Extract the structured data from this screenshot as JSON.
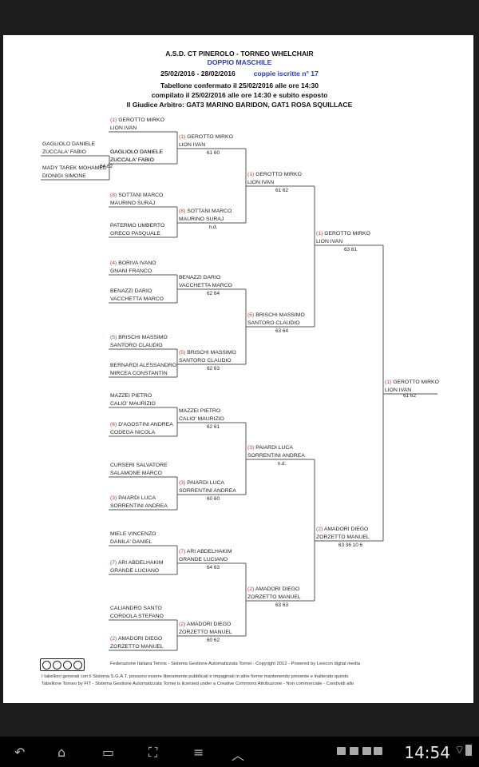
{
  "header": {
    "line1": "A.S.D. CT PINEROLO - TORNEO WHELCHAIR",
    "line2": "DOPPIO MASCHILE",
    "dates": "25/02/2016 - 28/02/2016",
    "couples": "coppie iscritte n° 17",
    "line4": "Tabellone confermato il 25/02/2016 alle ore 14:30",
    "line5": "compilato il 25/02/2016 alle ore 14:30 e subito esposto",
    "line6": "Il Giudice Arbitro: GAT3 MARINO BARIDON, GAT1 ROSA SQUILLACE"
  },
  "r1": [
    {
      "seed": "(1)",
      "p1": "GEROTTO MIRKO",
      "p2": "LION IVAN"
    },
    {
      "seed": "",
      "p1": "GAGLIOLO DANIELE",
      "p2": "ZUCCALA' FABIO"
    },
    {
      "seed": "(8)",
      "p1": "SOTTANI MARCO",
      "p2": "MAURINO SURAJ"
    },
    {
      "seed": "(4)",
      "p1": "BORIVA IVANO",
      "p2": "GNANI FRANCO"
    },
    {
      "seed": "(5)",
      "p1": "BRISCHI MASSIMO",
      "p2": "SANTORO CLAUDIO"
    },
    {
      "seed": "",
      "p1": "MAZZEI PIETRO",
      "p2": "CALIO' MAURIZIO"
    },
    {
      "seed": "",
      "p1": "CURSERI SALVATORE",
      "p2": "SALAMONE MARCO"
    },
    {
      "seed": "",
      "p1": "MIELE VINCENZO",
      "p2": "DANILA' DANIEL"
    },
    {
      "seed": "",
      "p1": "CALIANDRO SANTO",
      "p2": "CORDOLA STEFANO"
    },
    {
      "seed": "",
      "p1": "PATERMO UMBERTO",
      "p2": "GRECO PASQUALE"
    },
    {
      "seed": "",
      "p1": "BENAZZI DARIO",
      "p2": "VACCHETTA MARCO"
    },
    {
      "seed": "",
      "p1": "BERNARDI ALESSANDRO",
      "p2": "MIRCEA CONSTANTIN"
    },
    {
      "seed": "(6)",
      "p1": "D'AGOSTINI ANDREA",
      "p2": "CODEGA NICOLA"
    },
    {
      "seed": "(3)",
      "p1": "PAIARDI LUCA",
      "p2": "SORRENTINI ANDREA"
    },
    {
      "seed": "(7)",
      "p1": "ARI ABDELHAKIM",
      "p2": "GRANDE LUCIANO"
    },
    {
      "seed": "(2)",
      "p1": "AMADORI DIEGO",
      "p2": "ZORZETTO MANUEL"
    }
  ],
  "prelim": [
    {
      "seed": "",
      "p1": "GAGLIOLO DANIELE",
      "p2": "ZUCCALA' FABIO"
    },
    {
      "seed": "",
      "p1": "MADY TAREK MOHAMED",
      "p2": "DIONIGI SIMONE"
    }
  ],
  "r2": [
    {
      "seed": "(1)",
      "p1": "GEROTTO MIRKO",
      "p2": "LION IVAN",
      "score": "61 60"
    },
    {
      "seed": "",
      "p1": "GAGLIOLO DANIELE",
      "p2": "ZUCCALA' FABIO",
      "score": "64 62"
    },
    {
      "seed": "(8)",
      "p1": "SOTTANI MARCO",
      "p2": "MAURINO SURAJ",
      "score": "n.d."
    },
    {
      "seed": "",
      "p1": "BENAZZI DARIO",
      "p2": "VACCHETTA MARCO",
      "score": "62 64"
    },
    {
      "seed": "(5)",
      "p1": "BRISCHI MASSIMO",
      "p2": "SANTORO CLAUDIO",
      "score": "62 63"
    },
    {
      "seed": "",
      "p1": "MAZZEI PIETRO",
      "p2": "CALIO' MAURIZIO",
      "score": "62 61"
    },
    {
      "seed": "(3)",
      "p1": "PAIARDI LUCA",
      "p2": "SORRENTINI ANDREA",
      "score": "60 60"
    },
    {
      "seed": "(7)",
      "p1": "ARI ABDELHAKIM",
      "p2": "GRANDE LUCIANO",
      "score": "64 63"
    },
    {
      "seed": "(2)",
      "p1": "AMADORI DIEGO",
      "p2": "ZORZETTO MANUEL",
      "score": "60 62"
    }
  ],
  "r3": [
    {
      "seed": "(1)",
      "p1": "GEROTTO MIRKO",
      "p2": "LION IVAN",
      "score": "61 62"
    },
    {
      "seed": "(5)",
      "p1": "BRISCHI MASSIMO",
      "p2": "SANTORO CLAUDIO",
      "score": "63 64"
    },
    {
      "seed": "(3)",
      "p1": "PAIARDI LUCA",
      "p2": "SORRENTINI ANDREA",
      "score": "n.d."
    },
    {
      "seed": "(2)",
      "p1": "AMADORI DIEGO",
      "p2": "ZORZETTO MANUEL",
      "score": "63 63"
    }
  ],
  "r4": [
    {
      "seed": "(1)",
      "p1": "GEROTTO MIRKO",
      "p2": "LION IVAN",
      "score": "63 61"
    },
    {
      "seed": "(2)",
      "p1": "AMADORI DIEGO",
      "p2": "ZORZETTO MANUEL",
      "score": "63 36 10 6"
    }
  ],
  "final": {
    "seed": "(1)",
    "p1": "GEROTTO MIRKO",
    "p2": "LION IVAN",
    "score": "61 62"
  },
  "footer": {
    "line1": "Federazione Italiana Tennis - Sistema Gestione Automatizzata Tornei - Copyright 2012 - Powered by Lexicon digital media",
    "line2": "I tabelloni generati con il Sistema S.G.A.T. possono essere liberamente pubblicati e impaginati in altre forme mantenendo presente e inalterato questo",
    "line3": "Tabellone Torneo by FIT - Sistema Gestione Automatizzata Tornei is licensed under a Creative Commons Attribuzione - Non commerciale - Condividi allo"
  },
  "statusbar": {
    "time": "14:54"
  },
  "icons": [
    "back-icon",
    "home-icon",
    "recent-apps-icon",
    "screenshot-icon",
    "menu-icon",
    "up-chevron-icon",
    "gallery-icon",
    "image-icon",
    "wifi-icon",
    "battery-icon"
  ]
}
